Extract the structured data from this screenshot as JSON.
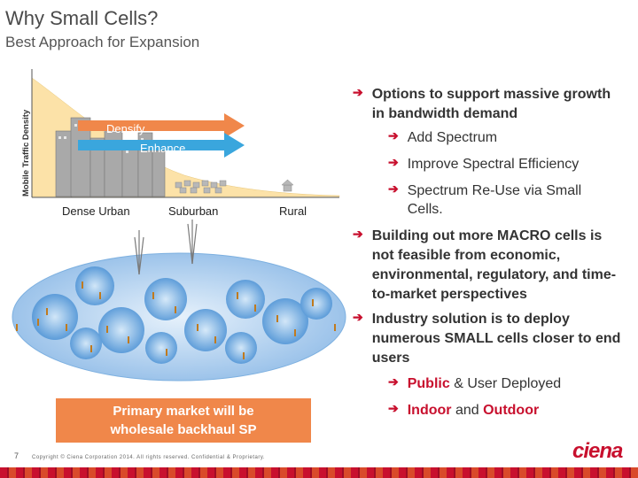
{
  "slide": {
    "title": "Why Small Cells?",
    "subtitle": "Best Approach for Expansion",
    "page_number": "7",
    "copyright": "Copyright © Ciena Corporation 2014. All rights reserved. Confidential & Proprietary.",
    "logo_text": "ciena"
  },
  "chart": {
    "ylabel": "Mobile Traffic Density",
    "arrow_densify": "Densify",
    "arrow_enhance": "Enhance",
    "areas": [
      "Dense Urban",
      "Suburban",
      "Rural"
    ]
  },
  "bullets": {
    "options_heading": "Options to support massive growth in bandwidth demand",
    "options": [
      "Add Spectrum",
      "Improve Spectral Efficiency",
      "Spectrum Re-Use via Small Cells."
    ],
    "macro": "Building out more MACRO cells is not feasible from economic, environmental, regulatory, and time-to-market perspectives",
    "industry": "Industry solution is to deploy numerous SMALL cells closer to end users",
    "public_word": "Public",
    "public_rest": " & User Deployed",
    "indoor_word": "Indoor",
    "indoor_and": " and ",
    "outdoor_word": "Outdoor"
  },
  "market_box": {
    "line1": "Primary market will be",
    "line2": "wholesale backhaul SP"
  },
  "colors": {
    "accent_red": "#c8102e",
    "arrow_orange": "#f0874a",
    "arrow_blue": "#3aa6dd",
    "area_fill": "#fce2a8"
  }
}
